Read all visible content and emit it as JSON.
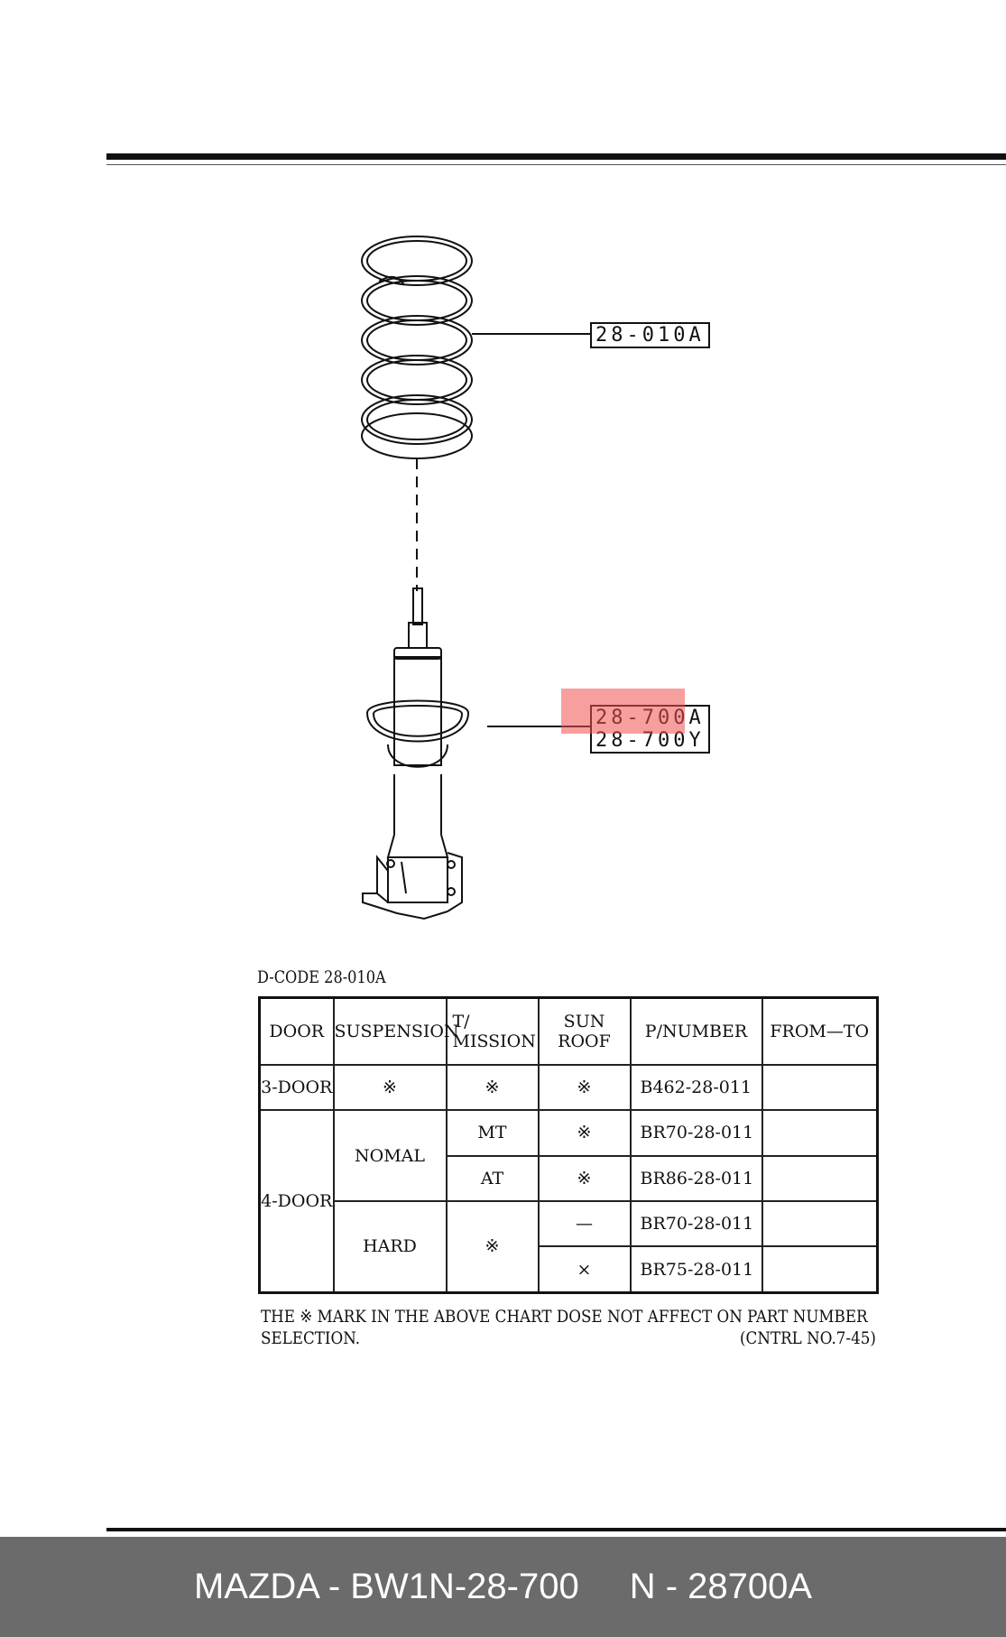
{
  "callouts": {
    "spring": "28-010A",
    "strut_top": "28-700A",
    "strut_bottom": "28-700Y"
  },
  "dcode": "D-CODE 28-010A",
  "table": {
    "headers": [
      "DOOR",
      "SUSPENSION",
      "T/",
      "MISSION",
      "SUN ROOF",
      "P/NUMBER",
      "FROM—TO"
    ],
    "rows": {
      "r1": {
        "door": "3-DOOR",
        "suspension": "※",
        "mission": "※",
        "sunroof": "※",
        "pn": "B462-28-011",
        "from_to": ""
      },
      "door_4": "4-DOOR",
      "nomal": "NOMAL",
      "hard": "HARD",
      "r2": {
        "mission": "MT",
        "sunroof": "※",
        "pn": "BR70-28-011",
        "from_to": ""
      },
      "r3": {
        "mission": "AT",
        "sunroof": "※",
        "pn": "BR86-28-011",
        "from_to": ""
      },
      "hard_mission": "※",
      "r4": {
        "sunroof": "—",
        "pn": "BR70-28-011",
        "from_to": ""
      },
      "r5": {
        "sunroof": "×",
        "pn": "BR75-28-011",
        "from_to": ""
      }
    }
  },
  "note": {
    "line1": "THE ※ MARK IN THE ABOVE CHART DOSE NOT AFFECT ON PART NUMBER",
    "line2": "SELECTION.",
    "ref": "(CNTRL NO.7-45)"
  },
  "footer": {
    "part": "MAZDA - BW1N-28-700",
    "alt": "N - 28700A"
  },
  "colors": {
    "highlight": "#f05050",
    "footer_bg": "#6b6b6b",
    "footer_text": "#ffffff"
  }
}
